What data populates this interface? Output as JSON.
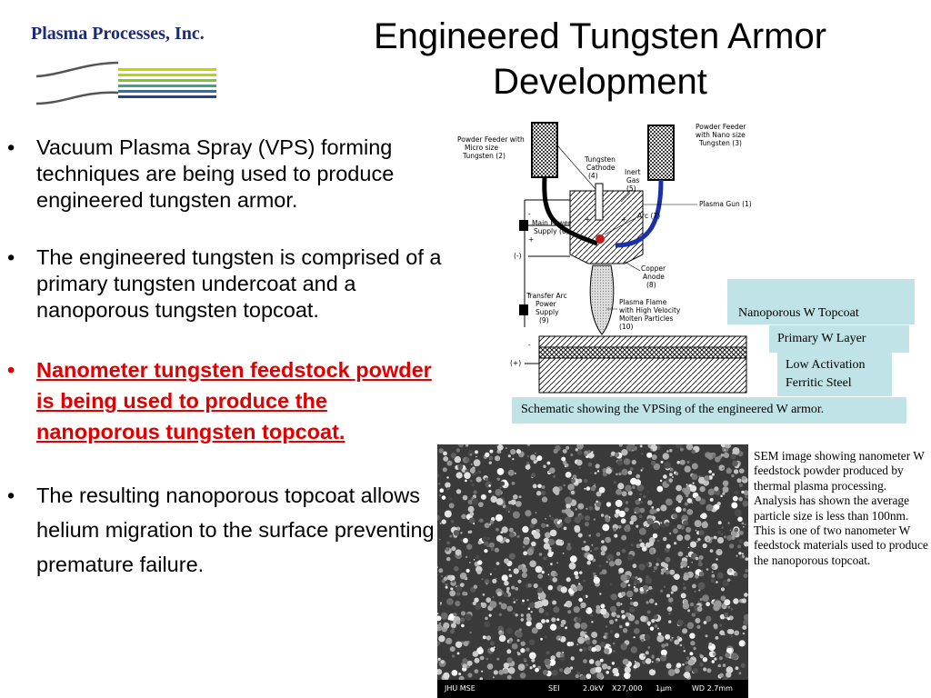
{
  "logo": {
    "company": "Plasma Processes, Inc."
  },
  "title": "Engineered Tungsten Armor Development",
  "bullets": [
    {
      "text": "Vacuum Plasma Spray (VPS) forming techniques are being used to produce engineered tungsten armor.",
      "style": "normal"
    },
    {
      "text": "The engineered tungsten is comprised of a primary tungsten undercoat and a nanoporous tungsten topcoat.",
      "style": "normal"
    },
    {
      "text": "Nanometer tungsten feedstock powder is being used to produce the nanoporous tungsten topcoat.",
      "style": "emphasis",
      "color": "#e00000"
    },
    {
      "text": "The resulting nanoporous topcoat allows helium migration to the surface preventing premature failure.",
      "style": "normal"
    }
  ],
  "bullet_glyph": "•",
  "schematic": {
    "feeder_micro": [
      "Powder Feeder with",
      "Micro size",
      "Tungsten (2)"
    ],
    "feeder_nano": [
      "Powder Feeder",
      "with Nano size",
      "Tungsten (3)"
    ],
    "cathode": [
      "Tungsten",
      "Cathode",
      "(4)"
    ],
    "inert_gas": [
      "Inert",
      "Gas",
      "(5)"
    ],
    "plasma_gun": "Plasma Gun (1)",
    "arc": "Arc (7)",
    "main_power": [
      "Main Power",
      "Supply (6)"
    ],
    "copper_anode": [
      "Copper",
      "Anode",
      "(8)"
    ],
    "transfer_arc": [
      "Transfer Arc",
      "Power",
      "Supply",
      "(9)"
    ],
    "plasma_flame": [
      "Plasma Flame",
      "with High Velocity",
      "Molten Particles",
      "(10)"
    ],
    "minus_label": "(-)",
    "plus_label": "(+)",
    "minus_sign": "-",
    "plus_sign": "+"
  },
  "callouts": {
    "topcoat": "Nanoporous W Topcoat",
    "primary": "Primary W Layer",
    "steel": "Low Activation Ferritic Steel",
    "schematic_caption": "Schematic showing  the VPSing of the engineered W armor."
  },
  "sem": {
    "bar": {
      "lab": "JHU MSE",
      "detector": "SEI",
      "voltage": "2.0kV",
      "magnification": "X27,000",
      "scale": "1μm",
      "wd": "WD 2.7mm"
    },
    "caption": "SEM image showing nanometer W feedstock powder produced by thermal plasma processing. Analysis has shown the average particle size is less than 100nm.  This is one of two nanometer W feedstock materials used to produce the nanoporous topcoat."
  },
  "colors": {
    "logo_text": "#1c2a7a",
    "callout_bg": "#bfe3e6",
    "emphasis": "#e00000",
    "gun_hose": "#1a2fa8"
  }
}
